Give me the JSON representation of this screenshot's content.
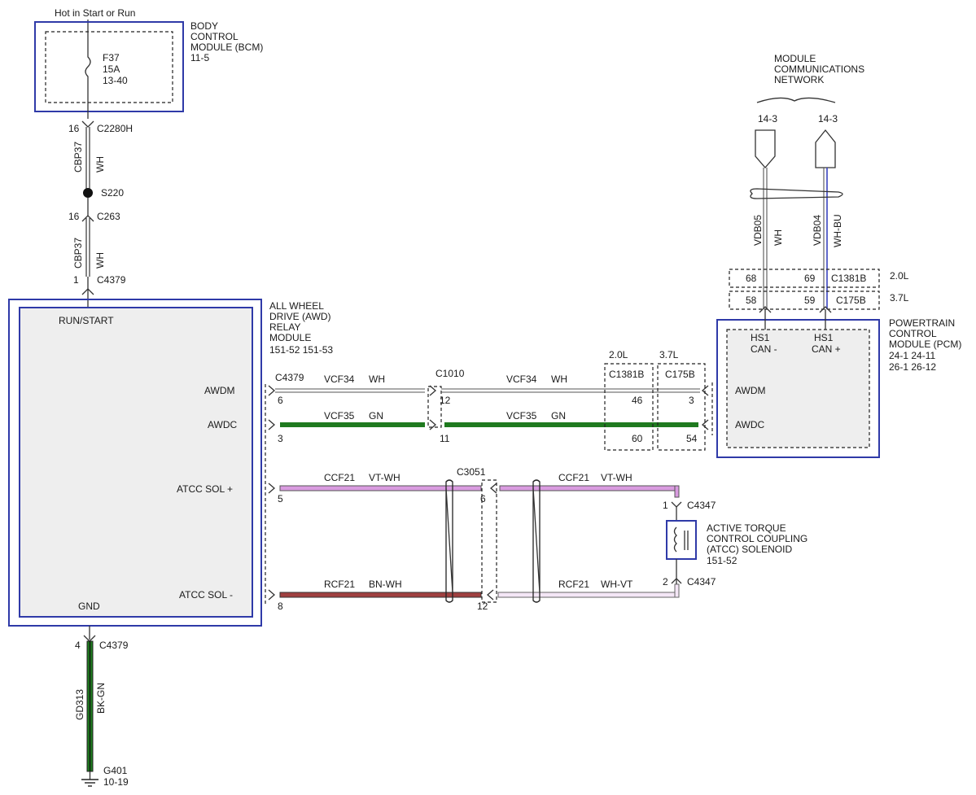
{
  "colors": {
    "module_border": "#2f3aa8",
    "wire_green": "#1f7a1f",
    "wire_violet_white": "#d99be0",
    "wire_brown_white": "#a04040",
    "module_fill": "#eeeeee"
  },
  "power": {
    "label": "Hot in Start or Run"
  },
  "bcm": {
    "name": [
      "BODY",
      "CONTROL",
      "MODULE (BCM)",
      "11-5"
    ],
    "fuse": [
      "F37",
      "15A",
      "13-40"
    ],
    "connector_pin": "16",
    "connector": "C2280H"
  },
  "upper_wire": {
    "circuit": "CBP37",
    "color": "WH",
    "splice": "S220",
    "c263_pin": "16",
    "c263": "C263",
    "lower_circuit": "CBP37",
    "lower_color": "WH",
    "c4379_pin": "1",
    "c4379": "C4379"
  },
  "awd": {
    "name": [
      "ALL WHEEL",
      "DRIVE (AWD)",
      "RELAY",
      "MODULE",
      "151-52  151-53"
    ],
    "run_start": "RUN/START",
    "awdm": "AWDM",
    "awdc": "AWDC",
    "atcc_plus": "ATCC SOL +",
    "atcc_minus": "ATCC SOL -",
    "gnd": "GND"
  },
  "awdm_wire": {
    "conn": "C4379",
    "pin_left": "6",
    "circuit": "VCF34",
    "color": "WH",
    "mid_conn": "C1010",
    "pin_mid": "12",
    "circuit2": "VCF34",
    "color2": "WH",
    "pin_c1381": "46",
    "pin_c175": "3"
  },
  "awdc_wire": {
    "pin_left": "3",
    "circuit": "VCF35",
    "color": "GN",
    "pin_mid": "11",
    "circuit2": "VCF35",
    "color2": "GN",
    "pin_c1381": "60",
    "pin_c175": "54"
  },
  "engine_connectors": {
    "label_20": "2.0L",
    "label_37": "3.7L",
    "c1381b": "C1381B",
    "c175b": "C175B"
  },
  "atcc_plus_wire": {
    "pin_left": "5",
    "circuit": "CCF21",
    "color": "VT-WH",
    "conn": "C3051",
    "pin_mid": "6",
    "circuit2": "CCF21",
    "color2": "VT-WH"
  },
  "atcc_minus_wire": {
    "pin_left": "8",
    "circuit": "RCF21",
    "color": "BN-WH",
    "pin_mid": "12",
    "circuit2": "RCF21",
    "color2": "WH-VT"
  },
  "solenoid": {
    "top_pin": "1",
    "top_conn": "C4347",
    "bottom_pin": "2",
    "bottom_conn": "C4347",
    "name": [
      "ACTIVE TORQUE",
      "CONTROL COUPLING",
      "(ATCC) SOLENOID",
      "151-52"
    ]
  },
  "network": {
    "name": [
      "MODULE",
      "COMMUNICATIONS",
      "NETWORK"
    ],
    "ref_left": "14-3",
    "ref_right": "14-3",
    "left_circuit": "VDB05",
    "left_color": "WH",
    "right_circuit": "VDB04",
    "right_color": "WH-BU",
    "row20_left_pin": "68",
    "row20_right_pin": "69",
    "row20_conn": "C1381B",
    "row20_label": "2.0L",
    "row37_left_pin": "58",
    "row37_right_pin": "59",
    "row37_conn": "C175B",
    "row37_label": "3.7L"
  },
  "pcm": {
    "name": [
      "POWERTRAIN",
      "CONTROL",
      "MODULE (PCM)",
      "24-1     24-11",
      "26-1     26-12"
    ],
    "hs1_minus": [
      "HS1",
      "CAN -"
    ],
    "hs1_plus": [
      "HS1",
      "CAN +"
    ],
    "awdm": "AWDM",
    "awdc": "AWDC"
  },
  "ground": {
    "pin": "4",
    "conn": "C4379",
    "circuit": "GD313",
    "color": "BK-GN",
    "ground_id": "G401",
    "ground_ref": "10-19"
  }
}
